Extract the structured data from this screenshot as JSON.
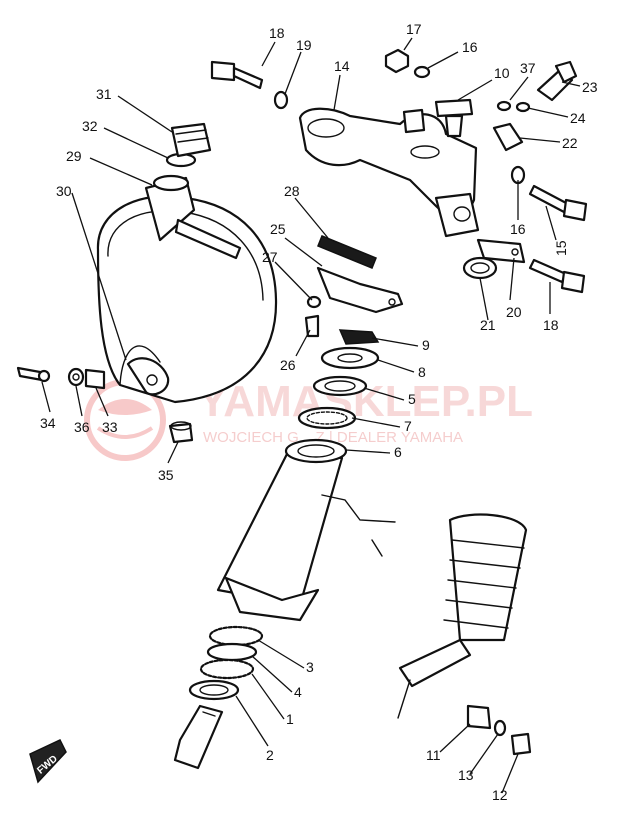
{
  "watermark": {
    "brand": "YAMASKLEP.PL",
    "tagline": "WOJCIECH G... Z | DEALER YAMAHA"
  },
  "fwd_badge": "FWD",
  "callouts": {
    "c1": "1",
    "c2": "2",
    "c3": "3",
    "c4": "4",
    "c5": "5",
    "c6": "6",
    "c7": "7",
    "c8": "8",
    "c9": "9",
    "c10": "10",
    "c11": "11",
    "c12": "12",
    "c13": "13",
    "c14": "14",
    "c15": "15",
    "c16a": "16",
    "c16b": "16",
    "c17": "17",
    "c18a": "18",
    "c18b": "18",
    "c19": "19",
    "c20": "20",
    "c21": "21",
    "c22": "22",
    "c23": "23",
    "c24": "24",
    "c25": "25",
    "c26": "26",
    "c27": "27",
    "c28": "28",
    "c29": "29",
    "c30": "30",
    "c31": "31",
    "c32": "32",
    "c33": "33",
    "c34": "34",
    "c35": "35",
    "c36": "36",
    "c37": "37"
  }
}
